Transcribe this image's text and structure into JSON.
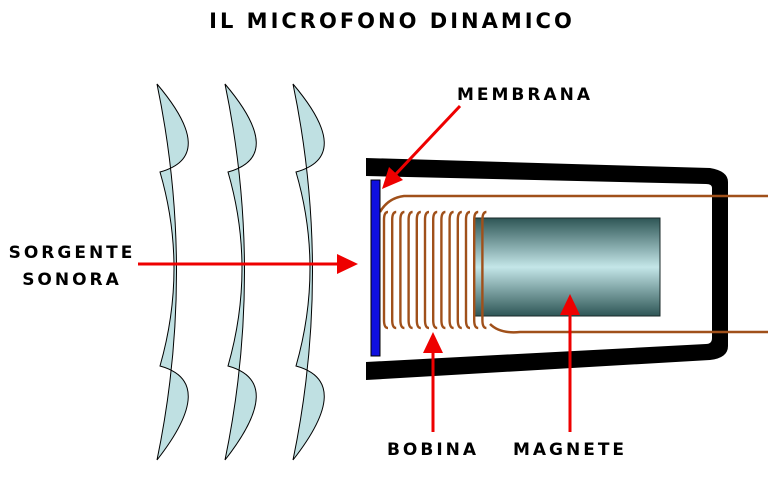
{
  "title": "IL MICROFONO DINAMICO",
  "labels": {
    "source_line1": "SORGENTE",
    "source_line2": "SONORA",
    "membrane": "MEMBRANA",
    "coil": "BOBINA",
    "magnet": "MAGNETE"
  },
  "colors": {
    "wave_fill": "#bfe0e2",
    "casing": "#000000",
    "membrane": "#1010e0",
    "coil": "#a0501a",
    "arrow": "#ee0000"
  }
}
